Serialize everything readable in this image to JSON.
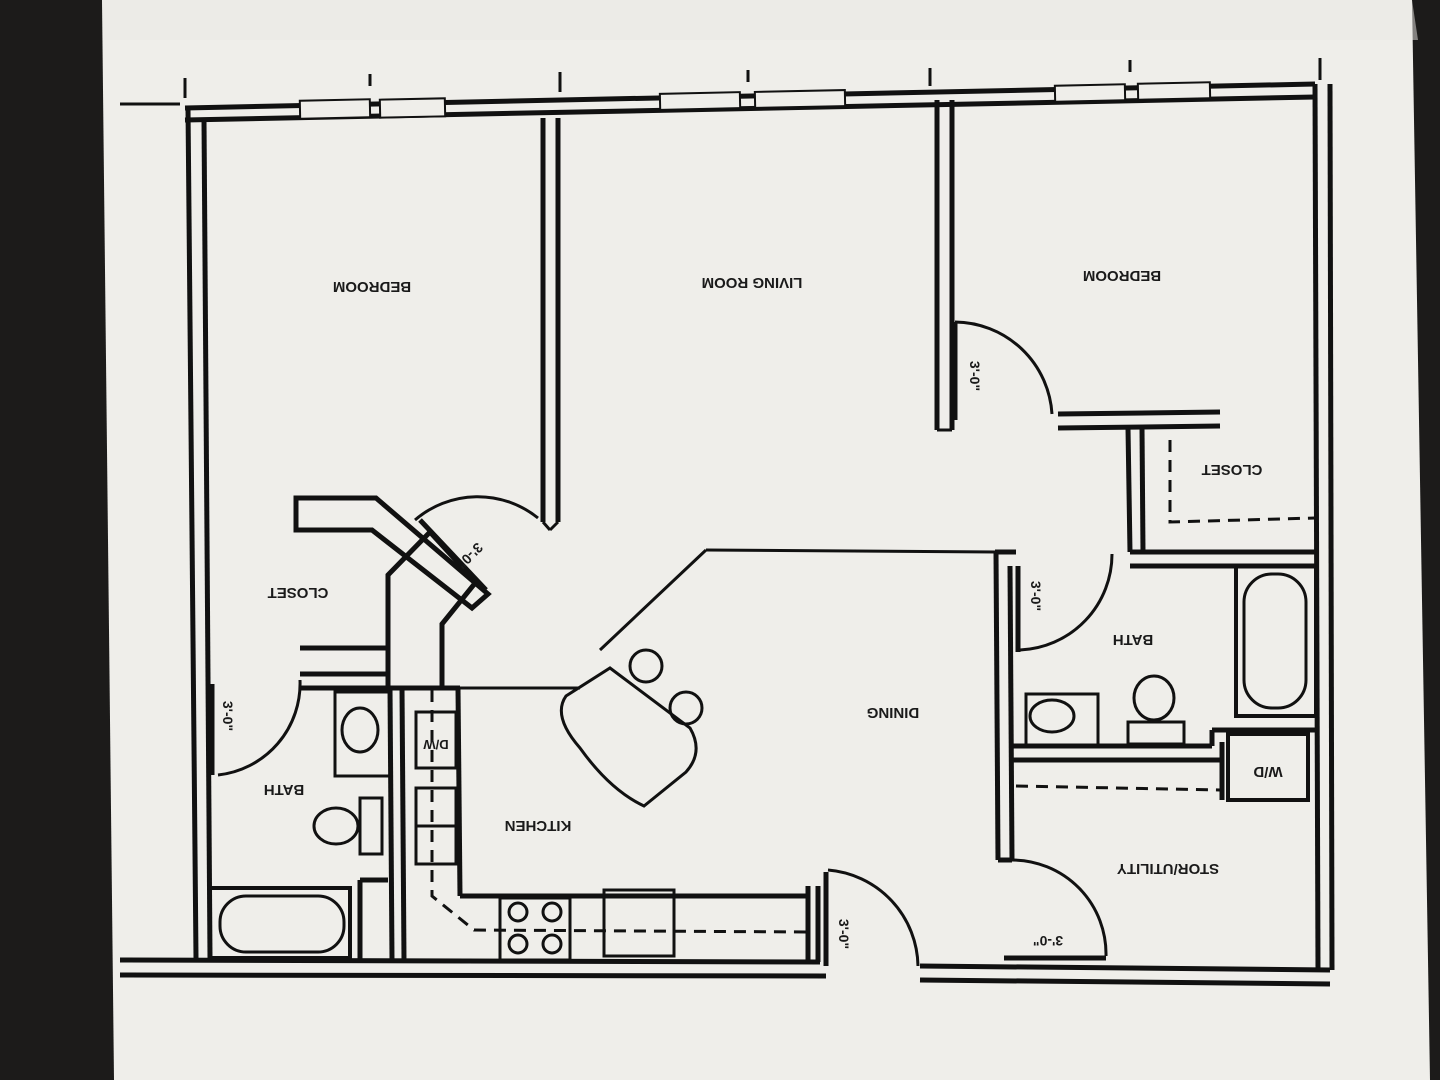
{
  "orientation": "upside-down (rotated 180 degrees)",
  "rooms": {
    "bedroom_left": "BEDROOM",
    "living_room": "LIVING ROOM",
    "bedroom_right": "BEDROOM",
    "closet_right": "CLOSET",
    "closet_left": "CLOSET",
    "bath_left": "BATH",
    "bath_right": "BATH",
    "dining": "DINING",
    "kitchen": "KITCHEN",
    "stor_utility": "STOR/UTILITY"
  },
  "fixtures": {
    "dishwasher": "D/W",
    "washer_dryer": "W/D"
  },
  "door_widths": {
    "bedroom_right_door": "3'-0\"",
    "closet_left_door": "3'-0\"",
    "bath_left_door": "3'-0\"",
    "bath_right_door": "3'-0\"",
    "entry_door": "3'-0\"",
    "stor_utility_door": "3'-0\""
  },
  "colors": {
    "background": "#1c1b1a",
    "paper": "#efeeea",
    "ink": "#111111"
  }
}
